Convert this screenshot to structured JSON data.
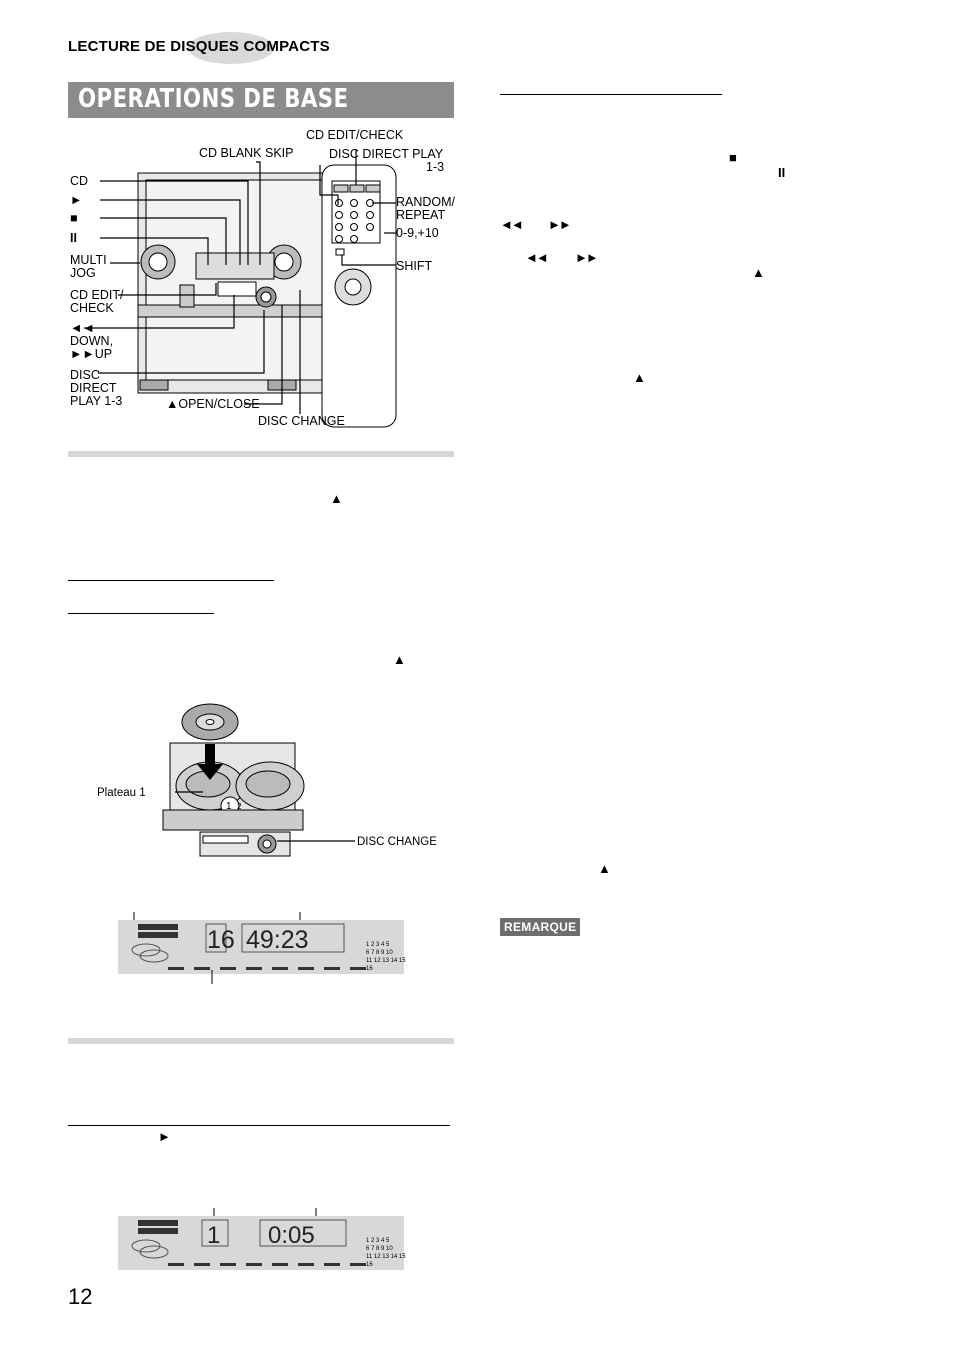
{
  "header": {
    "section_title": "LECTURE DE DISQUES COMPACTS"
  },
  "page_title": "OPERATIONS DE BASE",
  "page_number": "12",
  "remark_badge": "REMARQUE",
  "diagram_unit": {
    "left_labels": [
      "CD",
      "►",
      "■",
      "II",
      "MULTI",
      "JOG",
      "CD EDIT/",
      "CHECK",
      "◄◄",
      "DOWN,",
      "►►UP",
      "DISC",
      "DIRECT",
      "PLAY 1-3"
    ],
    "top_labels": [
      "CD BLANK SKIP",
      "CD EDIT/CHECK",
      "DISC DIRECT PLAY",
      "1-3"
    ],
    "right_labels": [
      "RANDOM/",
      "REPEAT",
      "0-9,+10",
      "SHIFT"
    ],
    "bottom_labels": [
      "▲OPEN/CLOSE",
      "DISC CHANGE"
    ]
  },
  "diagram_tray": {
    "tray_label": "Plateau 1",
    "button_label": "DISC CHANGE"
  },
  "lcd_1": {
    "track": "16",
    "time": "49:23"
  },
  "lcd_2": {
    "track": "1",
    "time": "0:05"
  },
  "symbols": {
    "eject": "▲",
    "stop": "■",
    "pause": "II",
    "play": "►",
    "rew": "◄◄",
    "ff": "►►"
  }
}
